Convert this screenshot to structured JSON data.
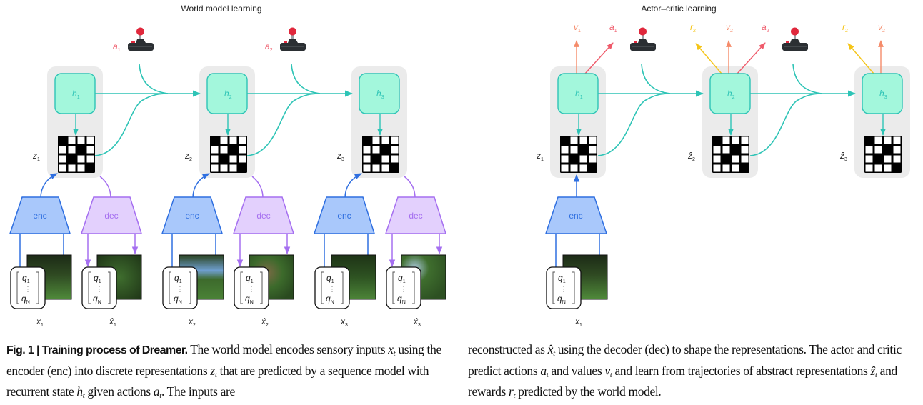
{
  "figure": {
    "left_panel": {
      "title": "World model learning",
      "steps": [
        {
          "h": "h",
          "h_sub": "1",
          "z": "z",
          "z_sub": "1",
          "action": "a",
          "action_sub": "1",
          "x": "x",
          "x_sub": "1",
          "xhat": "x̂",
          "xhat_sub": "1"
        },
        {
          "h": "h",
          "h_sub": "2",
          "z": "z",
          "z_sub": "2",
          "action": "a",
          "action_sub": "2",
          "x": "x",
          "x_sub": "2",
          "xhat": "x̂",
          "xhat_sub": "2"
        },
        {
          "h": "h",
          "h_sub": "3",
          "z": "z",
          "z_sub": "3",
          "x": "x",
          "x_sub": "3",
          "xhat": "x̂",
          "xhat_sub": "3"
        }
      ],
      "encoder_label": "enc",
      "decoder_label": "dec"
    },
    "right_panel": {
      "title": "Actor–critic learning",
      "steps": [
        {
          "h": "h",
          "h_sub": "1",
          "z": "z",
          "z_sub": "1",
          "outputs": [
            {
              "name": "v",
              "sub": "1",
              "kind": "value"
            },
            {
              "name": "a",
              "sub": "1",
              "kind": "action"
            }
          ]
        },
        {
          "h": "h",
          "h_sub": "2",
          "z": "ẑ",
          "z_sub": "2",
          "outputs": [
            {
              "name": "r",
              "sub": "2",
              "kind": "reward"
            },
            {
              "name": "v",
              "sub": "2",
              "kind": "value"
            },
            {
              "name": "a",
              "sub": "2",
              "kind": "action"
            }
          ]
        },
        {
          "h": "h",
          "h_sub": "3",
          "z": "ẑ",
          "z_sub": "3",
          "outputs": [
            {
              "name": "r",
              "sub": "2",
              "kind": "reward"
            },
            {
              "name": "v",
              "sub": "2",
              "kind": "value"
            }
          ]
        }
      ],
      "encoder_label": "enc",
      "input": {
        "x": "x",
        "x_sub": "1"
      }
    },
    "vector_labels": {
      "top": "q",
      "top_sub": "1",
      "dots": "⋮",
      "bottom": "q",
      "bottom_sub": "N"
    },
    "grid_pattern": [
      [
        1,
        0,
        0,
        0
      ],
      [
        0,
        0,
        1,
        0
      ],
      [
        0,
        1,
        0,
        0
      ],
      [
        0,
        0,
        0,
        1
      ]
    ],
    "colors": {
      "teal": "#2ec4b6",
      "h_fill": "#a3f7dc",
      "enc_fill": "#a9c8fb",
      "enc_stroke": "#2f6fe0",
      "dec_fill": "#e3d0fd",
      "dec_stroke": "#a56ff0",
      "action": "#ef5a6a",
      "value": "#f58b6a",
      "reward": "#f5c518",
      "panel": "#ebebeb"
    },
    "icons": {
      "controller": "joystick-icon"
    }
  },
  "caption": {
    "fig_label": "Fig. 1 | Training process of Dreamer.",
    "left_parts": [
      " The world model encodes sensory inputs ",
      "x",
      "t",
      " using the encoder (enc) into discrete representations ",
      "z",
      "t",
      " that are predicted by a sequence model with recurrent state ",
      "h",
      "t",
      " given actions ",
      "a",
      "t",
      ". The inputs are"
    ],
    "right_parts": [
      "reconstructed as ",
      "x̂",
      "t",
      " using the decoder (dec) to shape the representations. The actor and critic predict actions ",
      "a",
      "t",
      " and values ",
      "v",
      "t",
      " and learn from trajectories of abstract representations ",
      "ẑ",
      "t",
      " and rewards ",
      "r",
      "t",
      " predicted by the world model."
    ]
  }
}
